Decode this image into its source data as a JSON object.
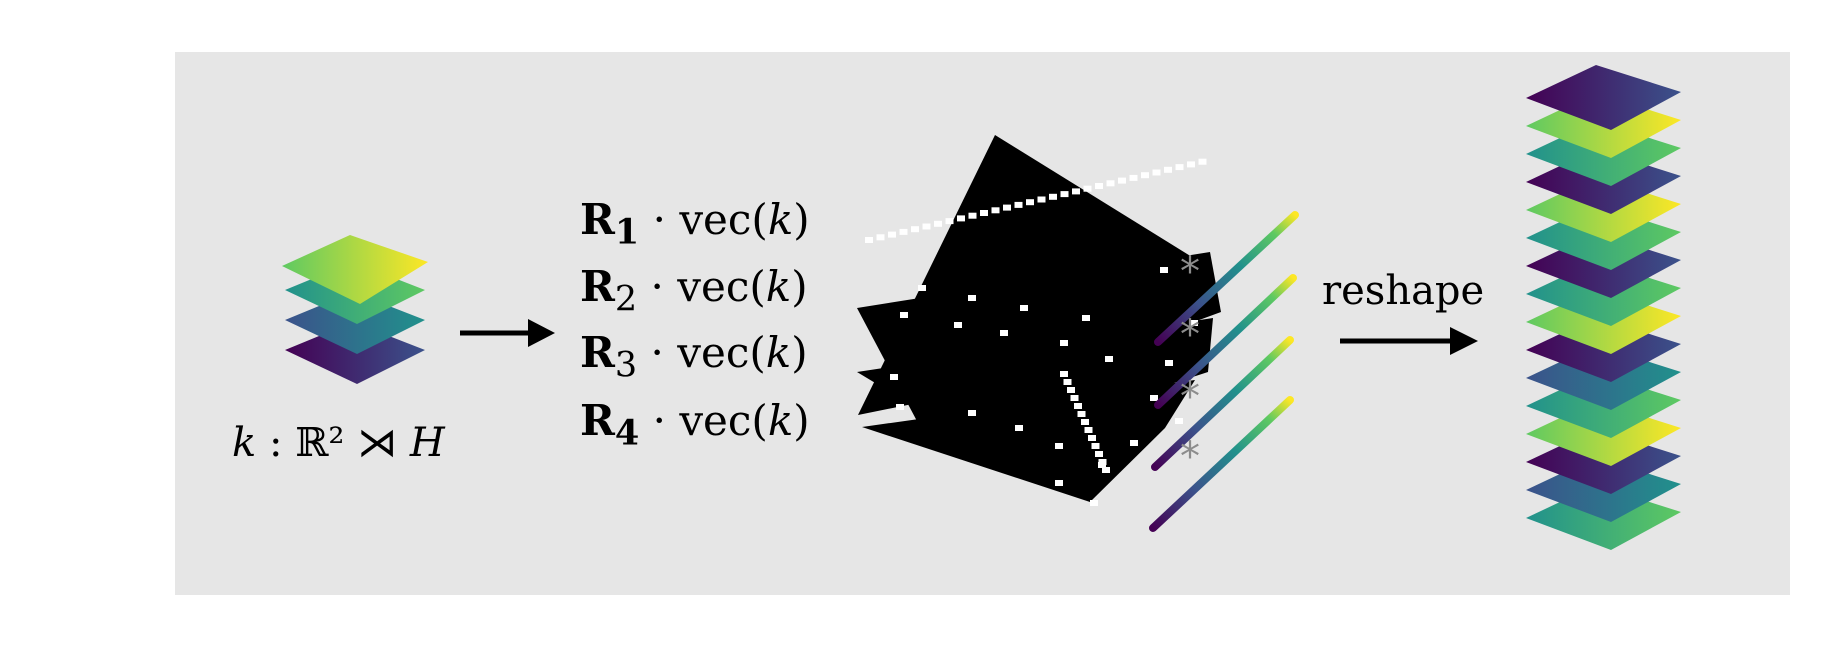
{
  "input_label": {
    "k": "k",
    "colon": ":",
    "space": "ℝ²",
    "semi": "⋊",
    "h": "H"
  },
  "equations": [
    {
      "r": "R",
      "sub": "1",
      "rest": "· vec(",
      "k": "k",
      "close": ")"
    },
    {
      "r": "R",
      "sub": "2",
      "rest": "· vec(",
      "k": "k",
      "close": ")"
    },
    {
      "r": "R",
      "sub": "3",
      "rest": "· vec(",
      "k": "k",
      "close": ")"
    },
    {
      "r": "R",
      "sub": "4",
      "rest": "· vec(",
      "k": "k",
      "close": ")"
    }
  ],
  "reshape_label": "reshape",
  "convolution_symbol": "*",
  "colors": {
    "panel": "#e6e6e6",
    "arrow": "#000000",
    "matrix": "#000000",
    "dots": "#ffffff",
    "star": "#8c8c8c",
    "viridis": [
      "#440154",
      "#3b528b",
      "#21918c",
      "#5ec962",
      "#fde725"
    ]
  },
  "icons": [
    "arrow-right-icon",
    "rotation-matrix-icon",
    "kernel-stack-icon",
    "vector-icon",
    "asterisk-icon"
  ]
}
